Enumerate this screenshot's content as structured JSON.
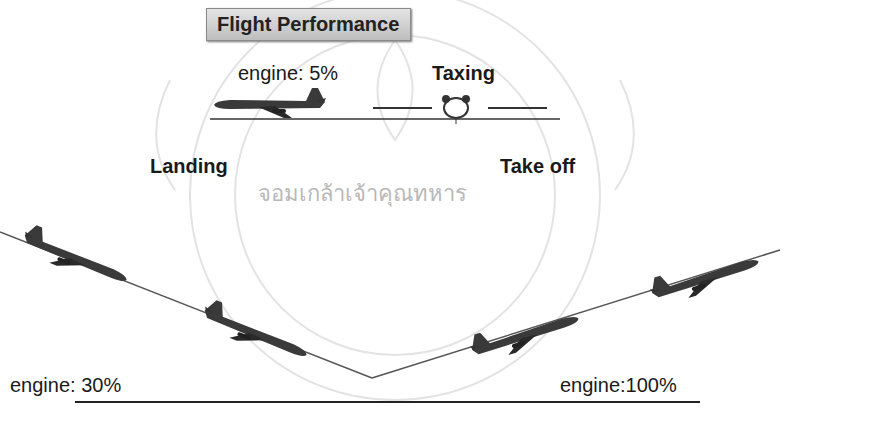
{
  "diagram": {
    "nodes": [
      {
        "text": [
          "Flight Performance"
        ]
      }
    ],
    "labels": [
      "engine: 5%",
      "Taxing",
      "Landing",
      "Take off",
      "engine: 30%",
      "engine:100%",
      "จอมเกล้าเจ้าคุณทหาร"
    ]
  }
}
